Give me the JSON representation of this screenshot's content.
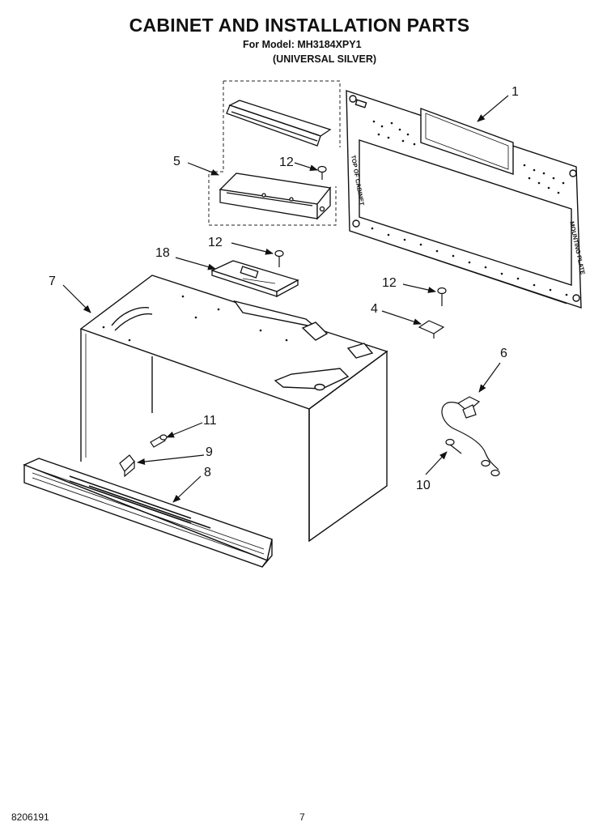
{
  "header": {
    "title": "CABINET AND INSTALLATION PARTS",
    "model_line": "For Model: MH3184XPY1",
    "variant": "(UNIVERSAL SILVER)"
  },
  "footer": {
    "doc_number": "8206191",
    "page_number": "7"
  },
  "mounting_plate_text": {
    "left_side": "TOP OF CABINET",
    "right_side": "MOUNTING PLATE"
  },
  "callouts": {
    "c1": "1",
    "c4": "4",
    "c5": "5",
    "c6": "6",
    "c7": "7",
    "c8": "8",
    "c9": "9",
    "c10": "10",
    "c11": "11",
    "c12a": "12",
    "c12b": "12",
    "c12c": "12",
    "c18": "18"
  }
}
